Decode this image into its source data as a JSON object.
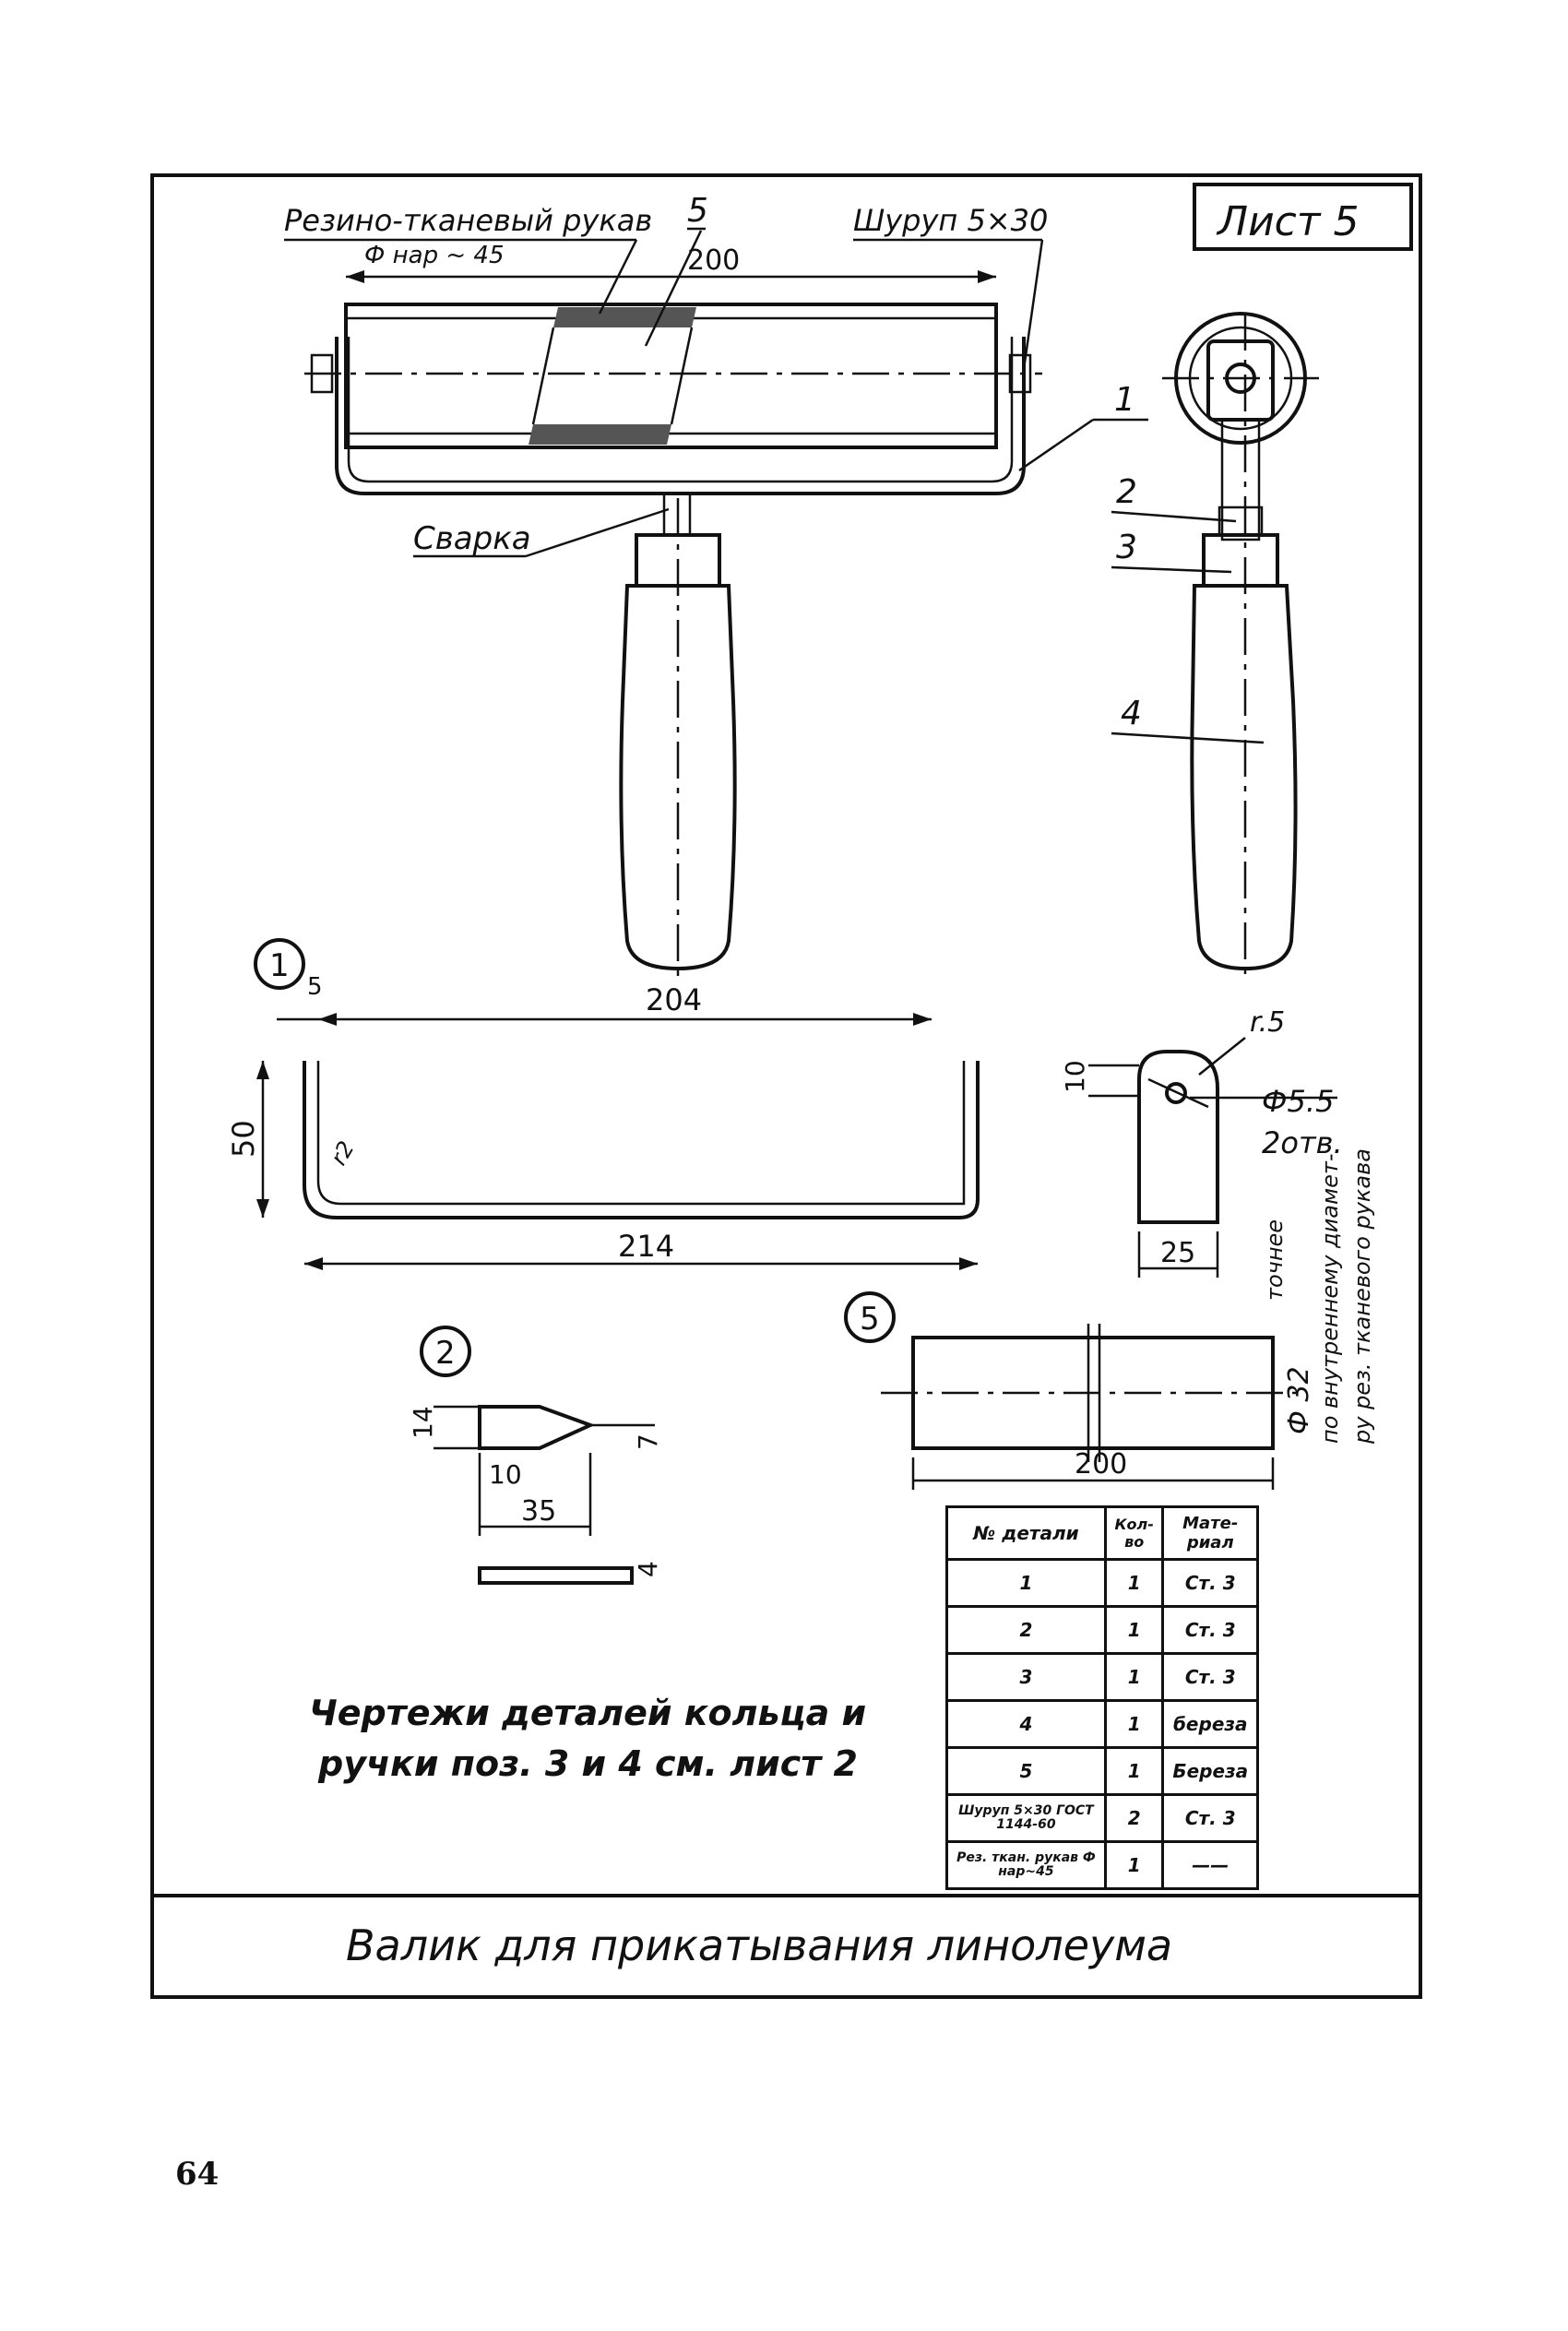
{
  "sheet_label": "Лист 5",
  "title": "Валик для прикатывания линолеума",
  "page_number": "64",
  "callouts": {
    "sleeve": "Резино-тканевый рукав",
    "sleeve_diameter": "Ф нар ~ 45",
    "screw": "Шуруп 5×30",
    "weld": "Сварка",
    "pos_5": "5",
    "pos_1": "1",
    "pos_2": "2",
    "pos_3": "3",
    "pos_4": "4"
  },
  "dimensions": {
    "roller_length": "200",
    "frame_top": "204",
    "frame_gap": "5",
    "frame_height": "50",
    "frame_radius": "r2",
    "frame_bottom": "214",
    "plate_radius": "r.5",
    "plate_hole": "Ф5.5",
    "plate_holes_count": "2отв.",
    "plate_height": "10",
    "plate_width": "25",
    "tip_height": "14",
    "tip_length": "10",
    "tip_total": "35",
    "tip_end": "7",
    "tip_thick": "4",
    "sleeve_diameter": "Ф 32",
    "sleeve_length": "200",
    "sleeve_note_1": "точнее",
    "sleeve_note_2": "по внутреннему диамет-",
    "sleeve_note_3": "ру рез. тканевого рукава"
  },
  "details": {
    "detail_1": "1",
    "detail_2": "2",
    "detail_5": "5"
  },
  "note": {
    "line1": "Чертежи деталей кольца и",
    "line2": "ручки поз. 3 и 4 см. лист 2"
  },
  "spec_table": {
    "headers": [
      "№ детали",
      "Кол-во",
      "Мате-риал"
    ],
    "rows": [
      [
        "1",
        "1",
        "Ст. 3"
      ],
      [
        "2",
        "1",
        "Ст. 3"
      ],
      [
        "3",
        "1",
        "Ст. 3"
      ],
      [
        "4",
        "1",
        "береза"
      ],
      [
        "5",
        "1",
        "Береза"
      ],
      [
        "Шуруп 5×30 ГОСТ 1144-60",
        "2",
        "Ст. 3"
      ],
      [
        "Рез. ткан. рукав Ф нар~45",
        "1",
        "——"
      ]
    ]
  }
}
